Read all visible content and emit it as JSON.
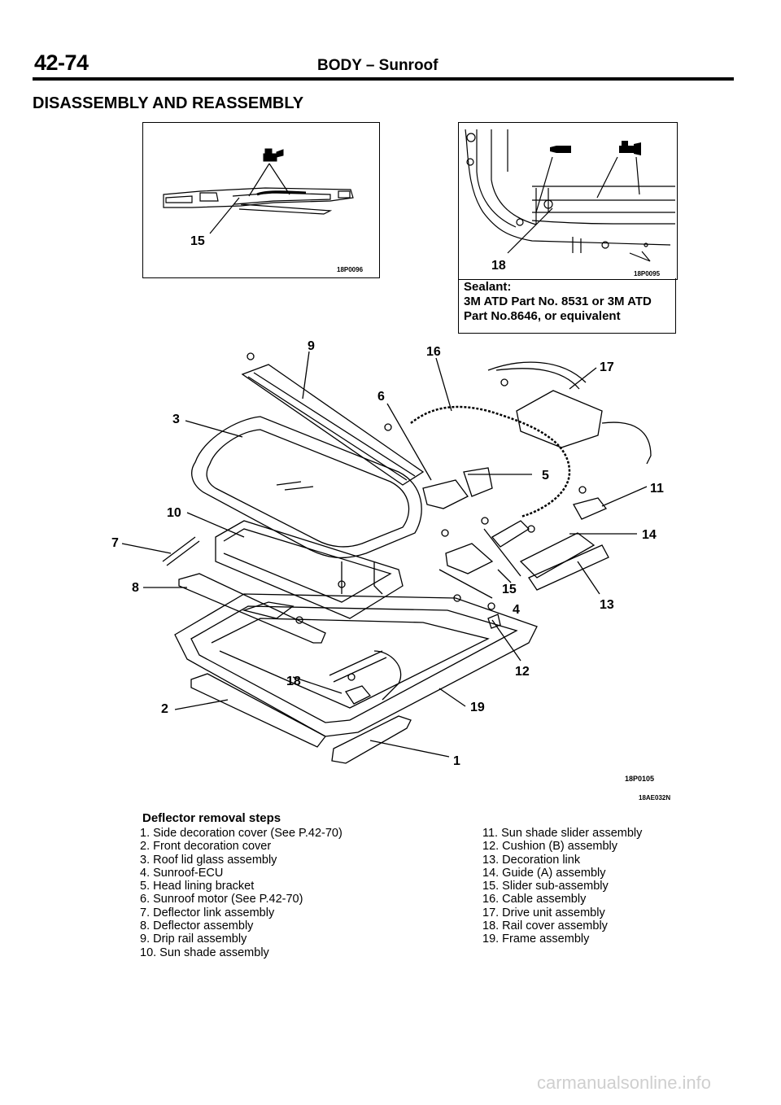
{
  "header": {
    "page_number": "42-74",
    "title": "BODY – Sunroof"
  },
  "section_title": "DISASSEMBLY AND REASSEMBLY",
  "figure_left": {
    "callout": "15",
    "code": "18P0096"
  },
  "figure_right": {
    "callout": "18",
    "code": "18P0095"
  },
  "sealant": {
    "line1": "Sealant:",
    "line2": "3M ATD Part No. 8531 or 3M ATD",
    "line3": "Part No.8646, or equivalent"
  },
  "main_figure": {
    "callouts": [
      "1",
      "2",
      "3",
      "4",
      "5",
      "6",
      "7",
      "8",
      "9",
      "10",
      "11",
      "12",
      "13",
      "14",
      "15",
      "16",
      "17",
      "18",
      "19"
    ],
    "code1": "18P0105",
    "code2": "18AE032N"
  },
  "steps": {
    "title": "Deflector removal steps",
    "left": [
      "1. Side decoration cover (See P.42-70)",
      "2. Front decoration cover",
      "3. Roof lid glass assembly",
      "4. Sunroof-ECU",
      "5. Head lining bracket",
      "6. Sunroof motor (See P.42-70)",
      "7. Deflector link assembly",
      "8. Deflector assembly",
      "9. Drip rail assembly",
      "10. Sun shade assembly"
    ],
    "right": [
      "11. Sun shade slider assembly",
      "12. Cushion (B) assembly",
      "13. Decoration link",
      "14. Guide (A) assembly",
      "15. Slider sub-assembly",
      "16. Cable assembly",
      "17. Drive unit assembly",
      "18. Rail cover assembly",
      "19. Frame assembly"
    ]
  },
  "watermark": "carmanualsonline.info"
}
